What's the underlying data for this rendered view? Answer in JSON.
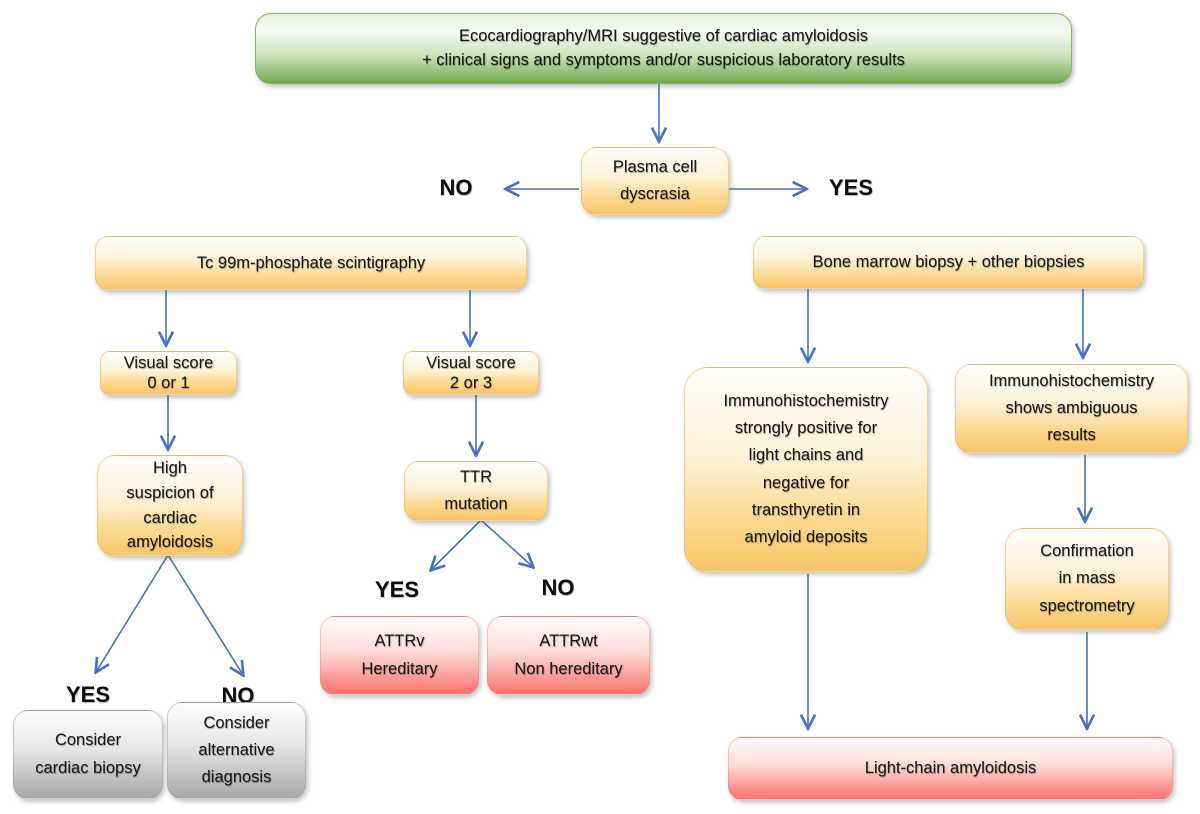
{
  "flowchart": {
    "nodes": {
      "start": {
        "lines": [
          "Ecocardiography/MRI suggestive of cardiac amyloidosis",
          "+ clinical signs and symptoms and/or suspicious laboratory results"
        ]
      },
      "plasma": {
        "lines": [
          "Plasma cell",
          "dyscrasia"
        ]
      },
      "tc99m": {
        "lines": [
          "Tc 99m-phosphate scintigraphy"
        ]
      },
      "visual_low": {
        "lines": [
          "Visual score",
          "0 or 1"
        ]
      },
      "visual_high": {
        "lines": [
          "Visual score",
          "2 or 3"
        ]
      },
      "high_suspicion": {
        "lines": [
          "High",
          "suspicion of",
          "cardiac",
          "amyloidosis"
        ]
      },
      "cardiac_biopsy": {
        "lines": [
          "Consider",
          "cardiac biopsy"
        ]
      },
      "alternative": {
        "lines": [
          "Consider",
          "alternative",
          "diagnosis"
        ]
      },
      "ttr": {
        "lines": [
          "TTR",
          "mutation"
        ]
      },
      "attrv": {
        "lines": [
          "ATTRv",
          "Hereditary"
        ]
      },
      "attrwt": {
        "lines": [
          "ATTRwt",
          "Non hereditary"
        ]
      },
      "bone_marrow": {
        "lines": [
          "Bone marrow biopsy + other biopsies"
        ]
      },
      "ihc_positive": {
        "lines": [
          "Immunohistochemistry",
          "strongly positive for",
          "light chains and",
          "negative for",
          "transthyretin in",
          "amyloid deposits"
        ]
      },
      "ihc_ambiguous": {
        "lines": [
          "Immunohistochemistry",
          "shows ambiguous",
          "results"
        ]
      },
      "mass_spec": {
        "lines": [
          "Confirmation",
          "in mass",
          "spectrometry"
        ]
      },
      "light_chain": {
        "lines": [
          "Light-chain amyloidosis"
        ]
      }
    },
    "labels": {
      "dyscrasia_no": "NO",
      "dyscrasia_yes": "YES",
      "suspicion_yes": "YES",
      "suspicion_no": "NO",
      "ttr_yes": "YES",
      "ttr_no": "NO"
    },
    "colors": {
      "arrow": "#4472c4",
      "green_box": "#6fa84e",
      "orange_box": "#f9c468",
      "red_box": "#f9716c",
      "gray_box": "#a7a7a7"
    }
  }
}
